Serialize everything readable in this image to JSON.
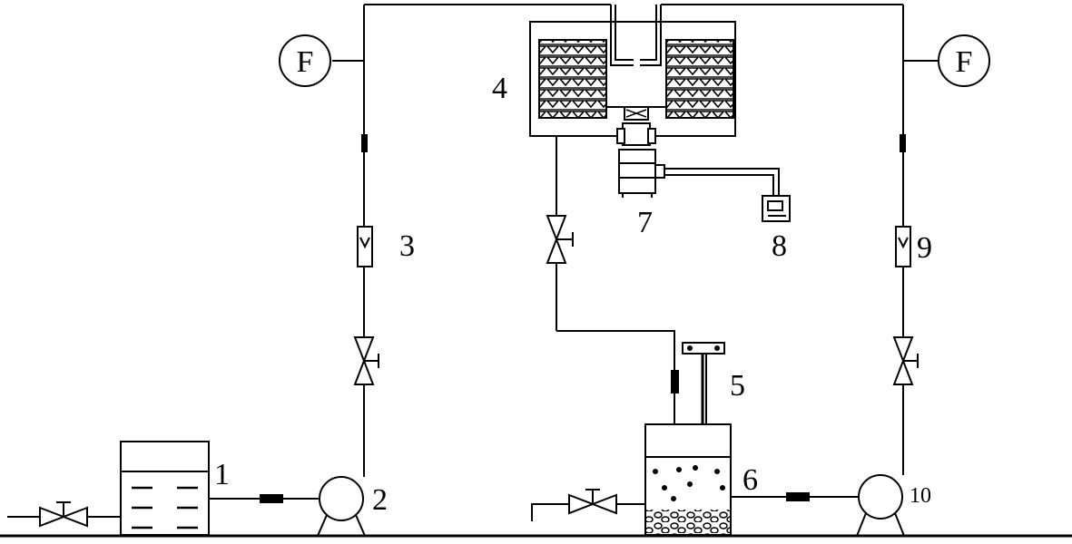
{
  "labels": {
    "feed_tank": "1",
    "feed_pump": "2",
    "flowmeter_left": "3",
    "membrane_module": "4",
    "stirrer": "5",
    "reactor": "6",
    "motor": "7",
    "controller": "8",
    "flowmeter_right": "9",
    "recycle_pump": "10"
  },
  "flow_gauges": {
    "left": "F",
    "right": "F"
  }
}
